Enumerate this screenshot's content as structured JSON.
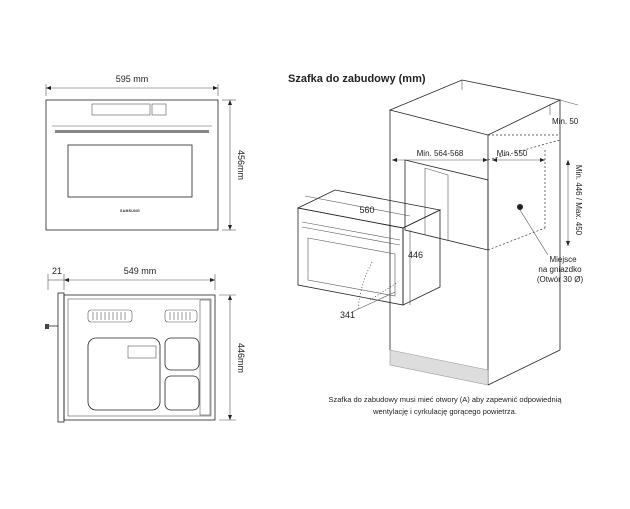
{
  "front_view": {
    "width_label": "595 mm",
    "height_label": "456mm",
    "brand_logo": "SAMSUNG"
  },
  "side_view": {
    "depth_label": "549 mm",
    "door_label": "21",
    "height_label": "446mm"
  },
  "cabinet": {
    "title": "Szafka do zabudowy (mm)",
    "min_50": "Min. 50",
    "min_564_568": "Min. 564-568",
    "min_550": "Min. 550",
    "min_446_max_450": "Min. 446 / Max. 450",
    "oven_width": "560",
    "oven_height": "446",
    "oven_depth": "341",
    "socket_line1": "Miejsce",
    "socket_line2": "na gniazdko",
    "socket_line3": "(Otwór 30 Ø)",
    "note_line1": "Szafka do zabudowy musi mieć otwory (A) aby zapewnić odpowiednią",
    "note_line2": "wentylację i cyrkulację gorącego powietrza."
  }
}
